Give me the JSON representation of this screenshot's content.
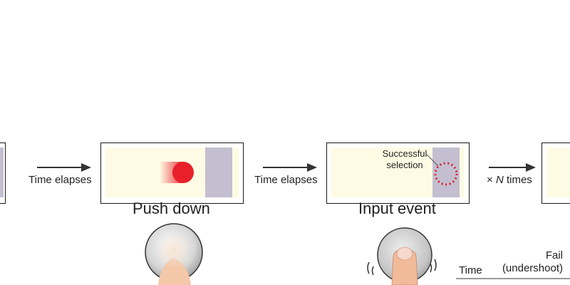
{
  "arrows": {
    "time_elapses_1": "Time elapses",
    "time_elapses_2": "Time elapses",
    "repeat_prefix": "×",
    "repeat_n": "N",
    "repeat_suffix": "times"
  },
  "panels": {
    "push_down_caption": "Push down",
    "input_event_caption": "Input event",
    "successful_selection": [
      "Successful",
      "selection"
    ]
  },
  "graph": {
    "time_label": "Time",
    "fail_label": "Fail",
    "undershoot_label": "(undershoot)"
  },
  "colors": {
    "panel_bg": "#fefbe4",
    "target": "#c3bfd0",
    "cursor_red": "#e8202a",
    "selection_ring": "#d81e2a"
  }
}
